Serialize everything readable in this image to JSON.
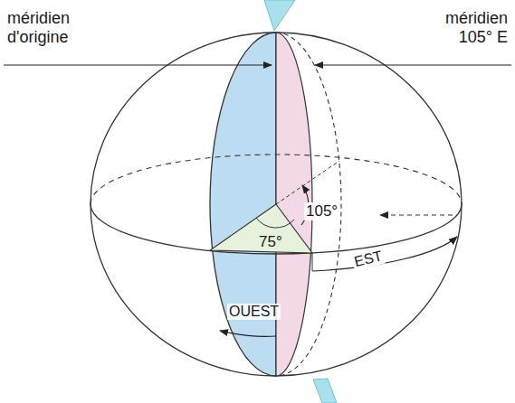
{
  "diagram": {
    "labels": [
      "méridien d'origine",
      "méridien 105° E",
      "105°",
      "75°",
      "EST",
      "OUEST"
    ]
  }
}
